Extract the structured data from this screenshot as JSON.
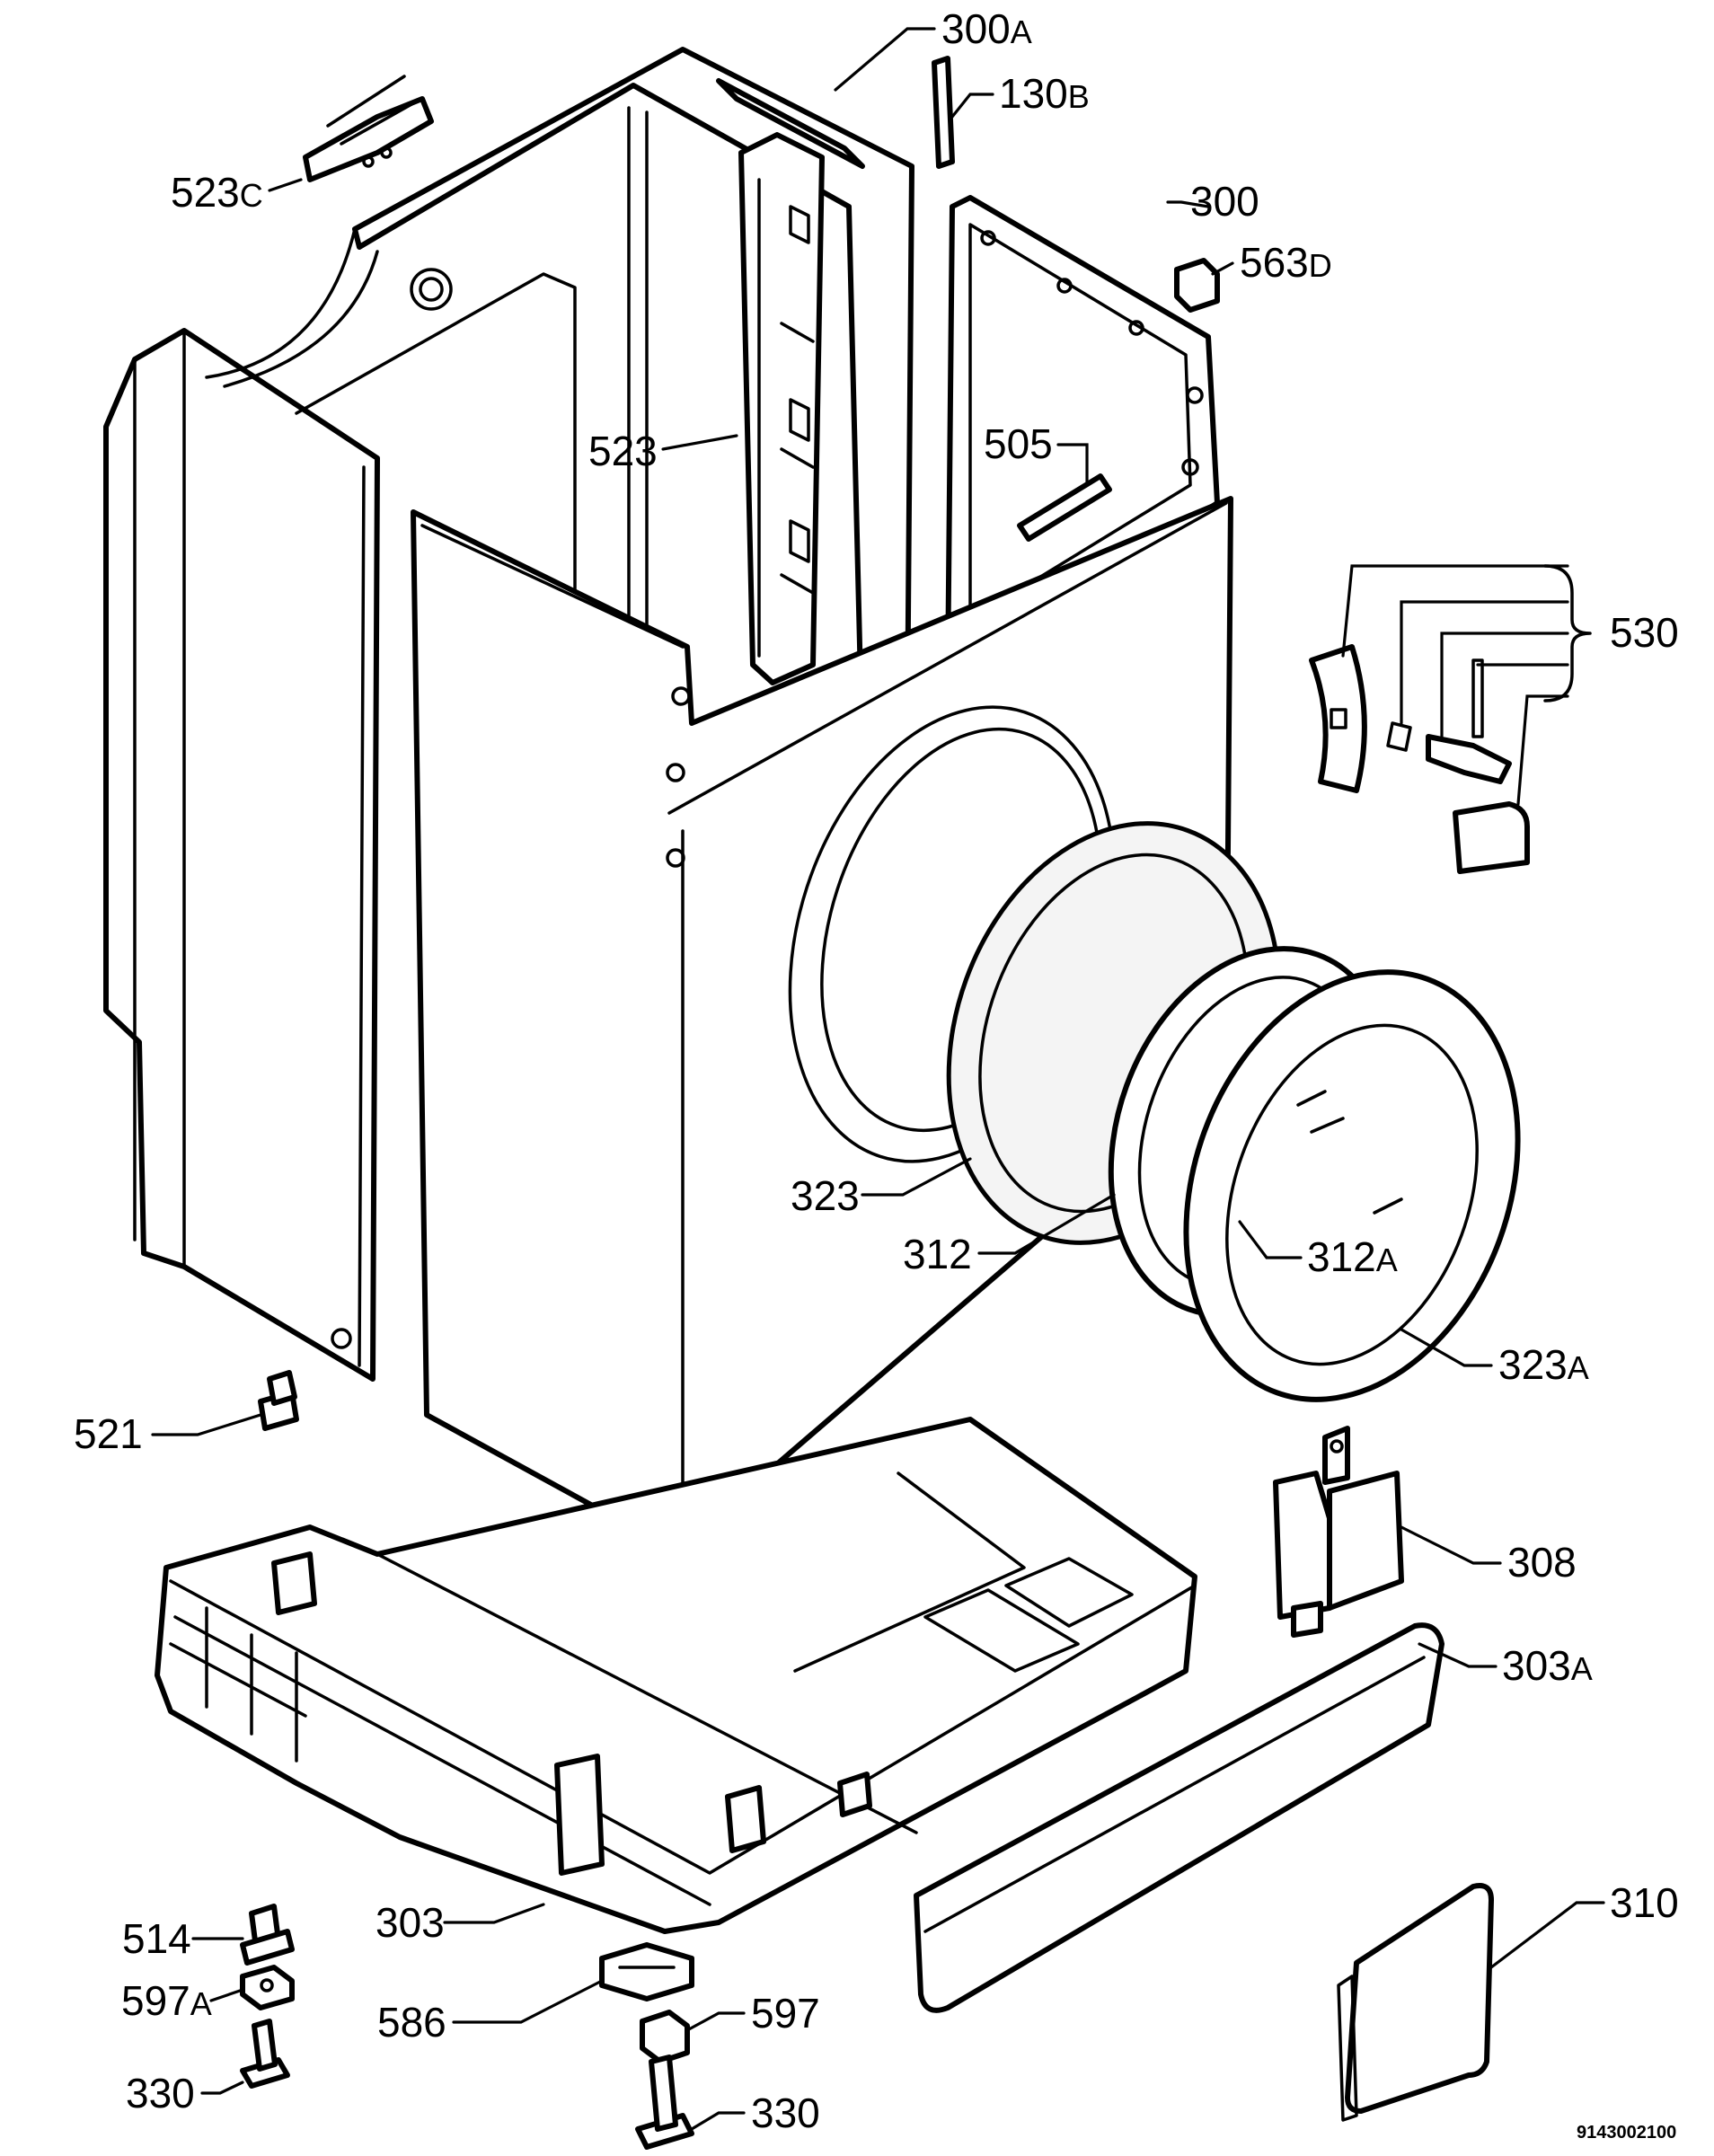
{
  "diagram": {
    "document_code": "9143002100",
    "parts": [
      {
        "id": "300A",
        "number": "300",
        "suffix": "A"
      },
      {
        "id": "130B",
        "number": "130",
        "suffix": "B"
      },
      {
        "id": "300",
        "number": "300",
        "suffix": ""
      },
      {
        "id": "563D",
        "number": "563",
        "suffix": "D"
      },
      {
        "id": "523C",
        "number": "523",
        "suffix": "C"
      },
      {
        "id": "523",
        "number": "523",
        "suffix": ""
      },
      {
        "id": "505",
        "number": "505",
        "suffix": ""
      },
      {
        "id": "530",
        "number": "530",
        "suffix": ""
      },
      {
        "id": "323",
        "number": "323",
        "suffix": ""
      },
      {
        "id": "312",
        "number": "312",
        "suffix": ""
      },
      {
        "id": "312A",
        "number": "312",
        "suffix": "A"
      },
      {
        "id": "323A",
        "number": "323",
        "suffix": "A"
      },
      {
        "id": "521",
        "number": "521",
        "suffix": ""
      },
      {
        "id": "308",
        "number": "308",
        "suffix": ""
      },
      {
        "id": "303A",
        "number": "303",
        "suffix": "A"
      },
      {
        "id": "310",
        "number": "310",
        "suffix": ""
      },
      {
        "id": "514",
        "number": "514",
        "suffix": ""
      },
      {
        "id": "597A",
        "number": "597",
        "suffix": "A"
      },
      {
        "id": "303",
        "number": "303",
        "suffix": ""
      },
      {
        "id": "586",
        "number": "586",
        "suffix": ""
      },
      {
        "id": "597",
        "number": "597",
        "suffix": ""
      },
      {
        "id": "330-left",
        "number": "330",
        "suffix": ""
      },
      {
        "id": "330-right",
        "number": "330",
        "suffix": ""
      }
    ]
  }
}
